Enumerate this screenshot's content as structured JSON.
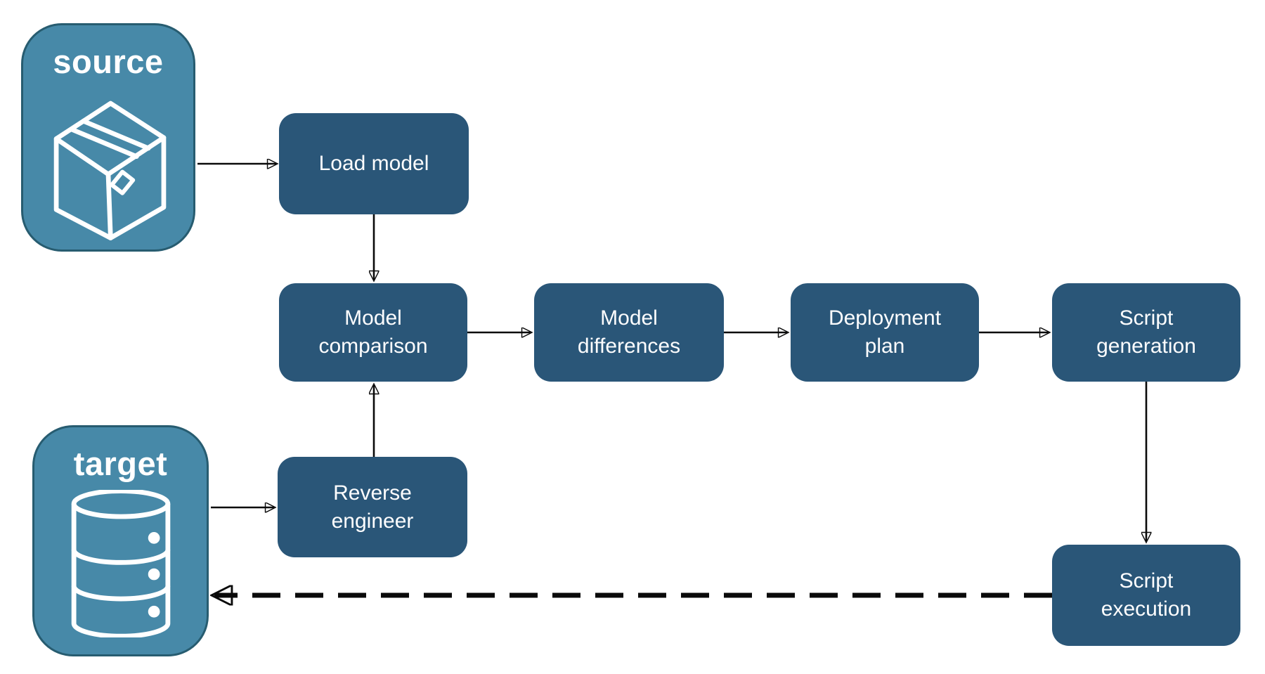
{
  "diagram": {
    "type": "flowchart",
    "background": "#FFFFFF",
    "colors": {
      "process_node_fill": "#2A5678",
      "endpoint_fill": "#4789A8",
      "endpoint_border": "#275C70",
      "label_text": "#FFFFFF",
      "arrow": "#0A0A0A"
    },
    "endpoints": {
      "source": {
        "label": "source",
        "icon": "package-icon"
      },
      "target": {
        "label": "target",
        "icon": "database-icon"
      }
    },
    "nodes": {
      "load_model": {
        "label": "Load model"
      },
      "model_comparison": {
        "label": "Model comparison"
      },
      "model_differences": {
        "label": "Model differences"
      },
      "deployment_plan": {
        "label": "Deployment plan"
      },
      "script_generation": {
        "label": "Script generation"
      },
      "reverse_engineer": {
        "label": "Reverse engineer"
      },
      "script_execution": {
        "label": "Script execution"
      }
    },
    "connections": [
      {
        "from": "source",
        "to": "load_model",
        "style": "solid"
      },
      {
        "from": "load_model",
        "to": "model_comparison",
        "style": "solid"
      },
      {
        "from": "model_comparison",
        "to": "model_differences",
        "style": "solid"
      },
      {
        "from": "model_differences",
        "to": "deployment_plan",
        "style": "solid"
      },
      {
        "from": "deployment_plan",
        "to": "script_generation",
        "style": "solid"
      },
      {
        "from": "script_generation",
        "to": "script_execution",
        "style": "solid"
      },
      {
        "from": "target",
        "to": "reverse_engineer",
        "style": "solid"
      },
      {
        "from": "reverse_engineer",
        "to": "model_comparison",
        "style": "solid"
      },
      {
        "from": "script_execution",
        "to": "target",
        "style": "dashed"
      }
    ]
  }
}
